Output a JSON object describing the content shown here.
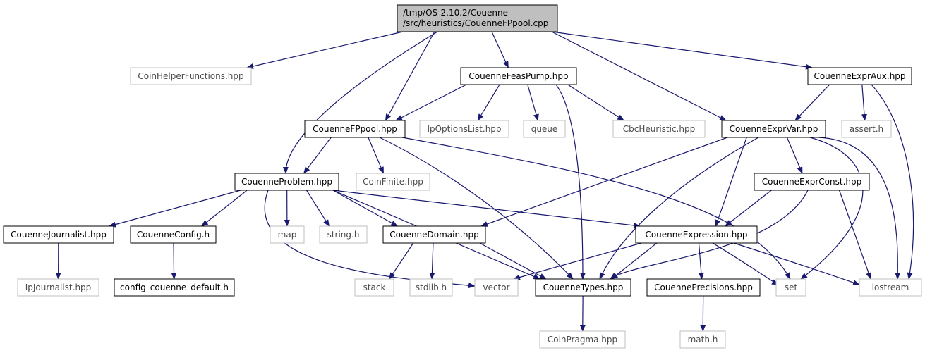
{
  "colors": {
    "root_fill": "#bfbfbf",
    "root_border": "#000000",
    "node_border": "#000000",
    "missing_border": "#bfbfbf",
    "edge": "#191970"
  },
  "nodes": [
    {
      "id": "root",
      "lines": [
        "/tmp/OS-2.10.2/Couenne",
        "/src/heuristics/CouenneFPpool.cpp"
      ],
      "kind": "root"
    },
    {
      "id": "coinhelper",
      "lines": [
        "CoinHelperFunctions.hpp"
      ],
      "kind": "missing"
    },
    {
      "id": "feaspump",
      "lines": [
        "CouenneFeasPump.hpp"
      ],
      "kind": "file"
    },
    {
      "id": "expraux",
      "lines": [
        "CouenneExprAux.hpp"
      ],
      "kind": "file"
    },
    {
      "id": "fppool",
      "lines": [
        "CouenneFPpool.hpp"
      ],
      "kind": "file"
    },
    {
      "id": "ipoptions",
      "lines": [
        "IpOptionsList.hpp"
      ],
      "kind": "missing"
    },
    {
      "id": "queue",
      "lines": [
        "queue"
      ],
      "kind": "missing"
    },
    {
      "id": "cbcheur",
      "lines": [
        "CbcHeuristic.hpp"
      ],
      "kind": "missing"
    },
    {
      "id": "exprvar",
      "lines": [
        "CouenneExprVar.hpp"
      ],
      "kind": "file"
    },
    {
      "id": "assert",
      "lines": [
        "assert.h"
      ],
      "kind": "missing"
    },
    {
      "id": "problem",
      "lines": [
        "CouenneProblem.hpp"
      ],
      "kind": "file"
    },
    {
      "id": "coinfinite",
      "lines": [
        "CoinFinite.hpp"
      ],
      "kind": "missing"
    },
    {
      "id": "exprconst",
      "lines": [
        "CouenneExprConst.hpp"
      ],
      "kind": "file"
    },
    {
      "id": "journalist",
      "lines": [
        "CouenneJournalist.hpp"
      ],
      "kind": "file"
    },
    {
      "id": "config",
      "lines": [
        "CouenneConfig.h"
      ],
      "kind": "file"
    },
    {
      "id": "map",
      "lines": [
        "map"
      ],
      "kind": "missing"
    },
    {
      "id": "string",
      "lines": [
        "string.h"
      ],
      "kind": "missing"
    },
    {
      "id": "domain",
      "lines": [
        "CouenneDomain.hpp"
      ],
      "kind": "file"
    },
    {
      "id": "expression",
      "lines": [
        "CouenneExpression.hpp"
      ],
      "kind": "file"
    },
    {
      "id": "ipjournalist",
      "lines": [
        "IpJournalist.hpp"
      ],
      "kind": "missing"
    },
    {
      "id": "configdefault",
      "lines": [
        "config_couenne_default.h"
      ],
      "kind": "file"
    },
    {
      "id": "stack",
      "lines": [
        "stack"
      ],
      "kind": "missing"
    },
    {
      "id": "stdlib",
      "lines": [
        "stdlib.h"
      ],
      "kind": "missing"
    },
    {
      "id": "vector",
      "lines": [
        "vector"
      ],
      "kind": "missing"
    },
    {
      "id": "types",
      "lines": [
        "CouenneTypes.hpp"
      ],
      "kind": "file"
    },
    {
      "id": "precisions",
      "lines": [
        "CouennePrecisions.hpp"
      ],
      "kind": "file"
    },
    {
      "id": "set",
      "lines": [
        "set"
      ],
      "kind": "missing"
    },
    {
      "id": "iostream",
      "lines": [
        "iostream"
      ],
      "kind": "missing"
    },
    {
      "id": "coinpragma",
      "lines": [
        "CoinPragma.hpp"
      ],
      "kind": "missing"
    },
    {
      "id": "math",
      "lines": [
        "math.h"
      ],
      "kind": "missing"
    }
  ],
  "edges": [
    {
      "from": "root",
      "to": "coinhelper"
    },
    {
      "from": "root",
      "to": "feaspump"
    },
    {
      "from": "root",
      "to": "fppool"
    },
    {
      "from": "root",
      "to": "problem"
    },
    {
      "from": "root",
      "to": "exprvar"
    },
    {
      "from": "root",
      "to": "expraux"
    },
    {
      "from": "feaspump",
      "to": "fppool"
    },
    {
      "from": "feaspump",
      "to": "ipoptions"
    },
    {
      "from": "feaspump",
      "to": "queue"
    },
    {
      "from": "feaspump",
      "to": "cbcheur"
    },
    {
      "from": "feaspump",
      "to": "types"
    },
    {
      "from": "expraux",
      "to": "exprvar"
    },
    {
      "from": "expraux",
      "to": "assert"
    },
    {
      "from": "expraux",
      "to": "iostream"
    },
    {
      "from": "fppool",
      "to": "problem"
    },
    {
      "from": "fppool",
      "to": "coinfinite"
    },
    {
      "from": "fppool",
      "to": "types"
    },
    {
      "from": "fppool",
      "to": "set"
    },
    {
      "from": "exprvar",
      "to": "domain"
    },
    {
      "from": "exprvar",
      "to": "types"
    },
    {
      "from": "exprvar",
      "to": "expression"
    },
    {
      "from": "exprvar",
      "to": "exprconst"
    },
    {
      "from": "exprvar",
      "to": "set"
    },
    {
      "from": "exprvar",
      "to": "iostream"
    },
    {
      "from": "problem",
      "to": "journalist"
    },
    {
      "from": "problem",
      "to": "config"
    },
    {
      "from": "problem",
      "to": "map"
    },
    {
      "from": "problem",
      "to": "string"
    },
    {
      "from": "problem",
      "to": "domain"
    },
    {
      "from": "problem",
      "to": "types"
    },
    {
      "from": "problem",
      "to": "expression"
    },
    {
      "from": "problem",
      "to": "vector"
    },
    {
      "from": "exprconst",
      "to": "expression"
    },
    {
      "from": "exprconst",
      "to": "types"
    },
    {
      "from": "exprconst",
      "to": "iostream"
    },
    {
      "from": "journalist",
      "to": "ipjournalist"
    },
    {
      "from": "config",
      "to": "configdefault"
    },
    {
      "from": "domain",
      "to": "stack"
    },
    {
      "from": "domain",
      "to": "stdlib"
    },
    {
      "from": "domain",
      "to": "types"
    },
    {
      "from": "expression",
      "to": "vector"
    },
    {
      "from": "expression",
      "to": "types"
    },
    {
      "from": "expression",
      "to": "precisions"
    },
    {
      "from": "expression",
      "to": "set"
    },
    {
      "from": "expression",
      "to": "iostream"
    },
    {
      "from": "types",
      "to": "coinpragma"
    },
    {
      "from": "precisions",
      "to": "math"
    }
  ]
}
